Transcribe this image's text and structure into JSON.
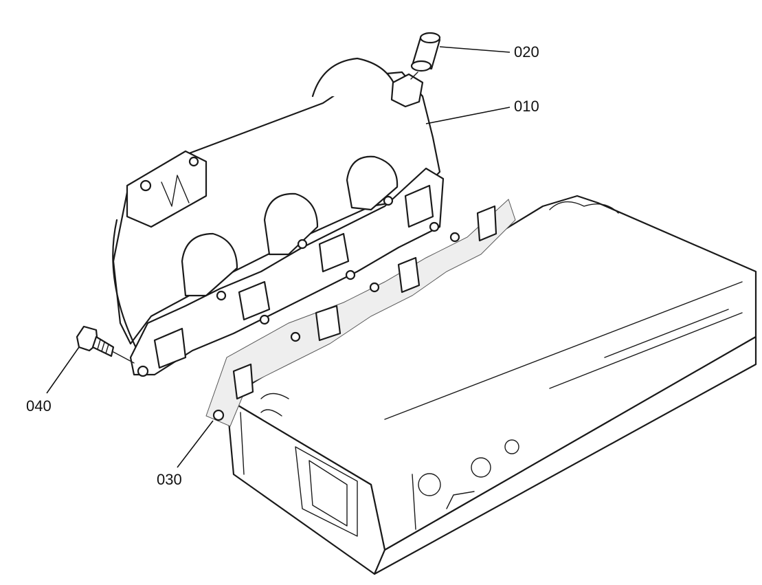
{
  "callouts": {
    "injector_nozzle": "020",
    "intake_manifold": "010",
    "bolt": "040",
    "gasket": "030"
  }
}
